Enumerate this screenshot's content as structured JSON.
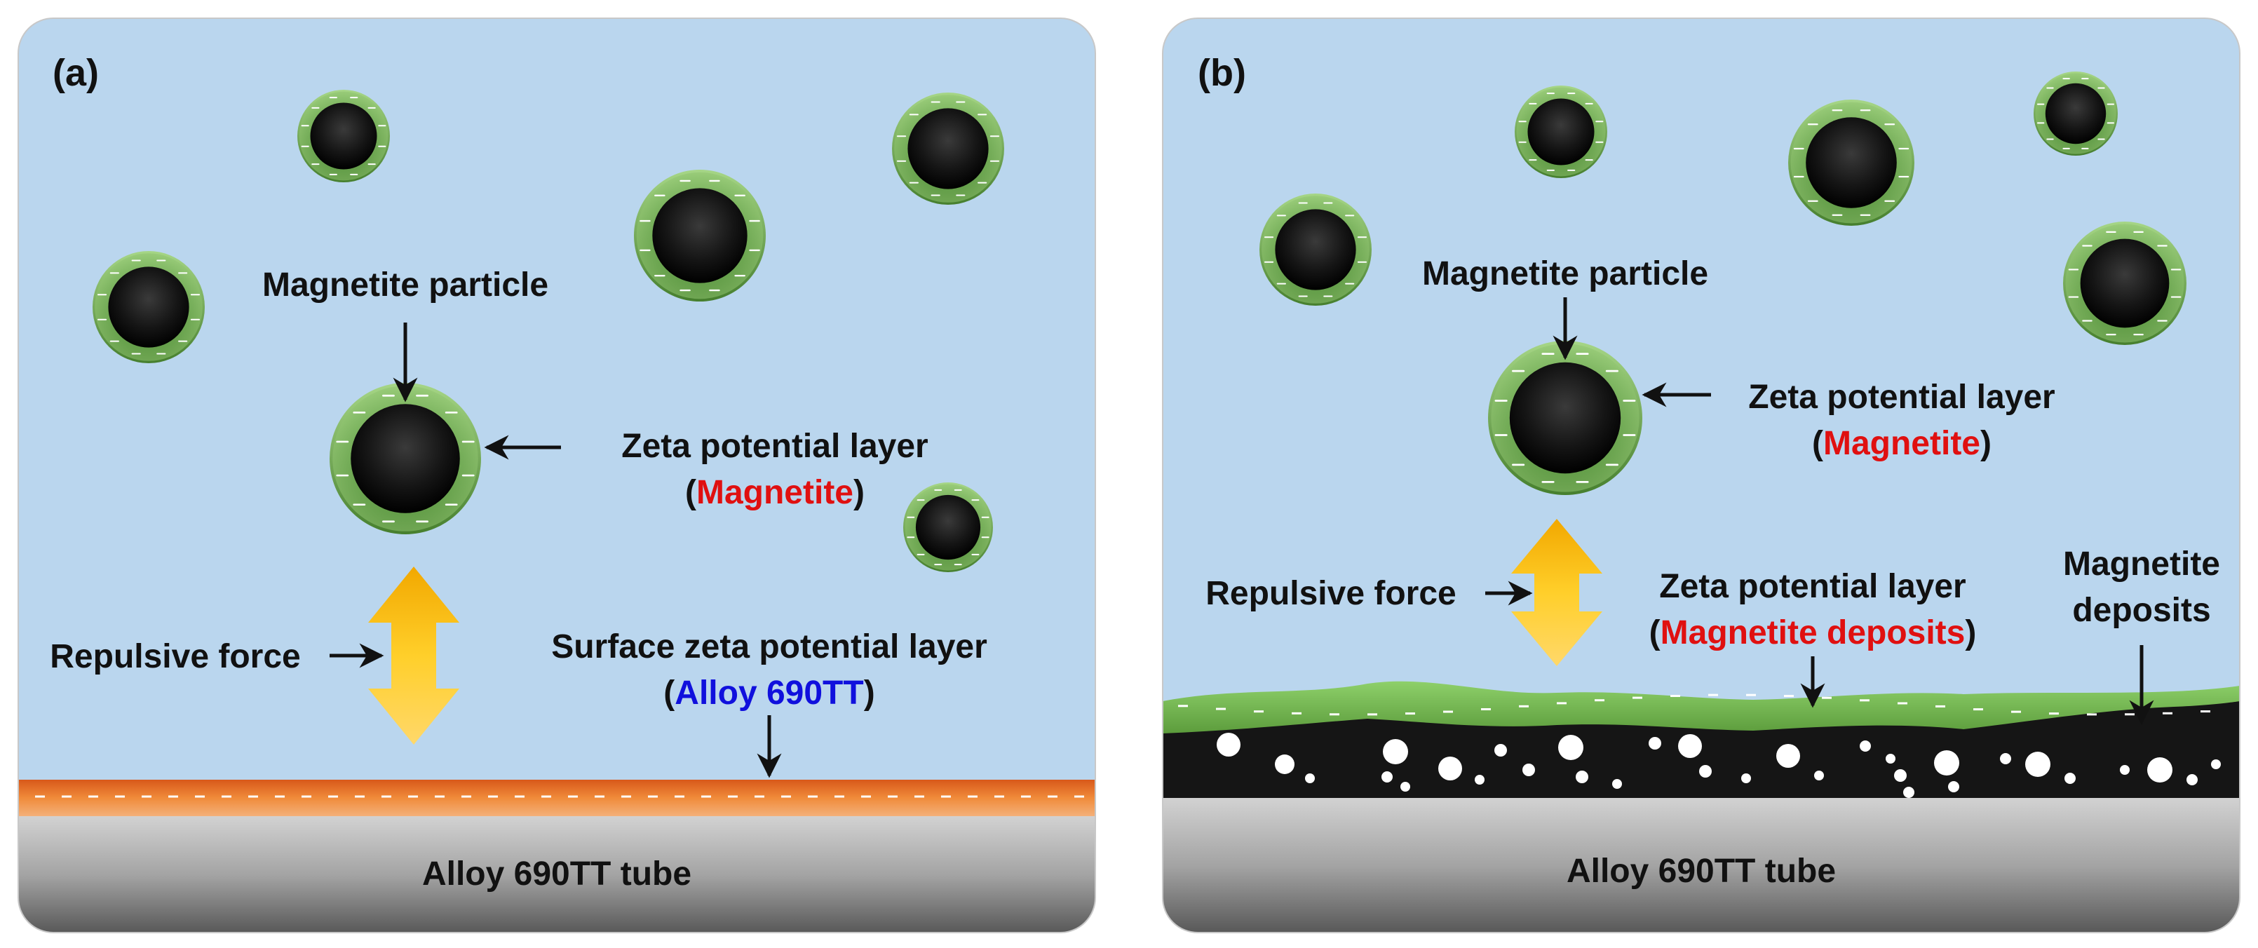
{
  "colors": {
    "water": "#bad6ee",
    "particle_core": "#111111",
    "zeta_layer": "#6aa84f",
    "alloy_zeta_layer": "#e8742b",
    "deposit_dark": "#151515",
    "tube_gray": "#9a9a9a",
    "arrow_gold": "#f6b80a",
    "highlight_red": "#e01010",
    "highlight_blue": "#1010dd",
    "text": "#111111"
  },
  "panel_a": {
    "label": "(a)",
    "particle_label": "Magnetite particle",
    "zeta_label": "Zeta potential layer",
    "zeta_paren_open": "(",
    "zeta_highlight": "Magnetite",
    "zeta_paren_close": ")",
    "repulsive_label": "Repulsive force",
    "surface_label": "Surface zeta potential layer",
    "surface_paren_open": "(",
    "surface_highlight": "Alloy 690TT",
    "surface_paren_close": ")",
    "tube_label": "Alloy 690TT tube"
  },
  "panel_b": {
    "label": "(b)",
    "particle_label": "Magnetite particle",
    "zeta_label": "Zeta potential layer",
    "zeta_paren_open": "(",
    "zeta_highlight": "Magnetite",
    "zeta_paren_close": ")",
    "repulsive_label": "Repulsive force",
    "deposit_zeta_label": "Zeta potential layer",
    "deposit_paren_open": "(",
    "deposit_highlight": "Magnetite deposits",
    "deposit_paren_close": ")",
    "deposits_label_1": "Magnetite",
    "deposits_label_2": "deposits",
    "tube_label": "Alloy 690TT tube"
  }
}
